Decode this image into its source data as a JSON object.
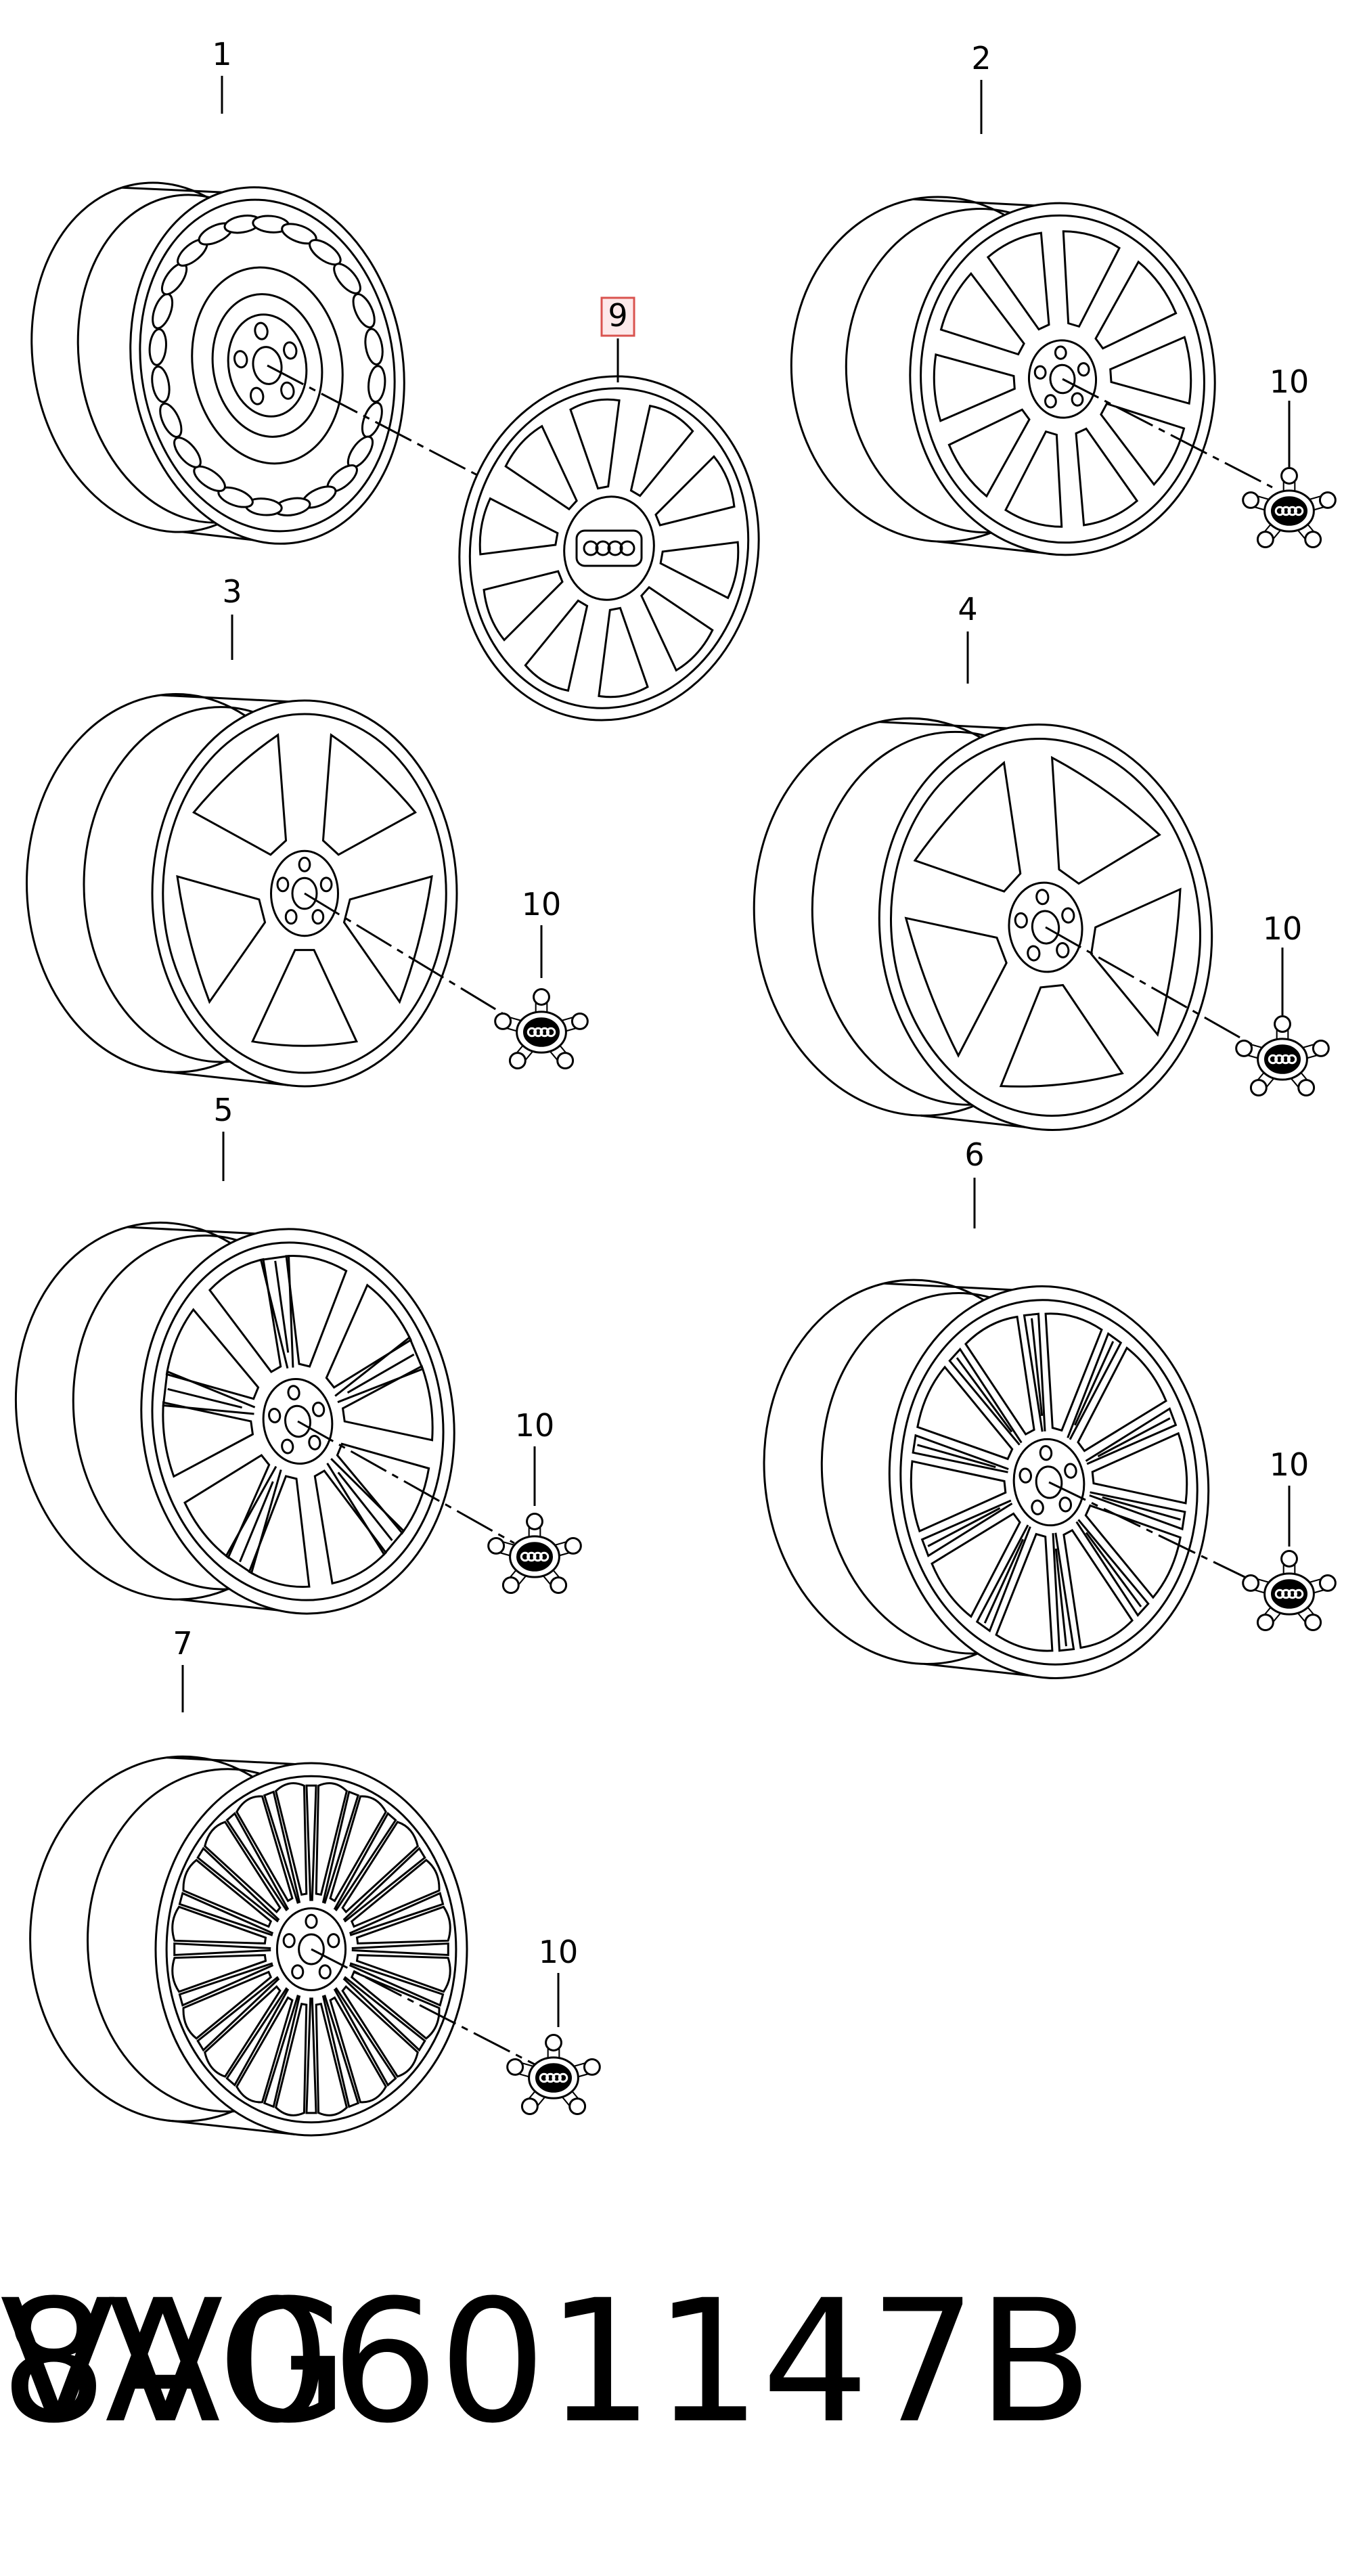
{
  "diagram": {
    "wheels": [
      {
        "callout": "1",
        "style": "steel"
      },
      {
        "callout": "2",
        "style": "alloy-10-spoke"
      },
      {
        "callout": "3",
        "style": "alloy-5-spoke"
      },
      {
        "callout": "4",
        "style": "alloy-5-spoke-wide"
      },
      {
        "callout": "5",
        "style": "alloy-5-double-spoke"
      },
      {
        "callout": "6",
        "style": "alloy-10-split-spoke"
      },
      {
        "callout": "7",
        "style": "alloy-multi-spoke"
      }
    ],
    "hubcap": {
      "callout": "9"
    },
    "center_cap": {
      "callout": "10"
    }
  },
  "footer": {
    "part_number": "8V0601147B",
    "brand": "VAG"
  }
}
